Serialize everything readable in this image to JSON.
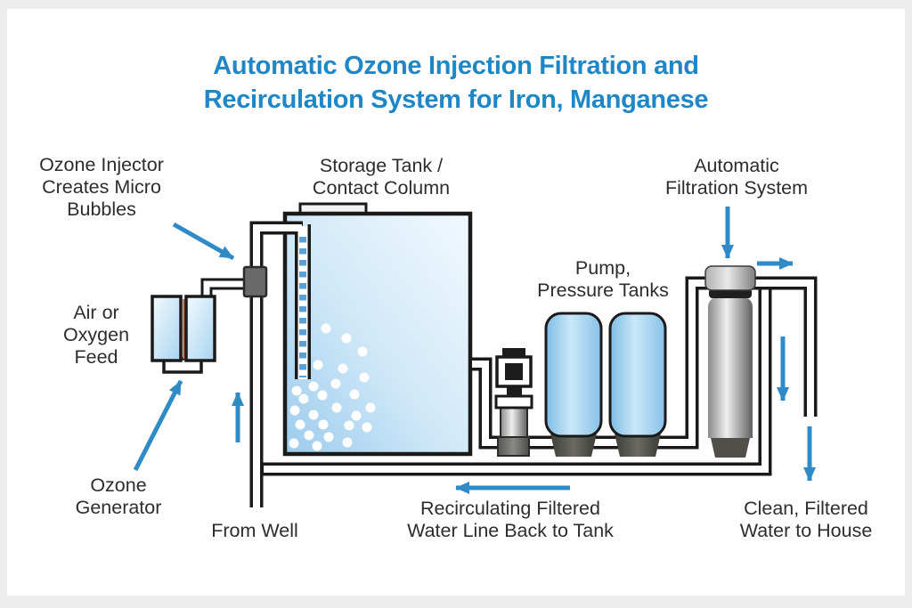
{
  "title": {
    "line1": "Automatic Ozone Injection Filtration and",
    "line2": "Recirculation System for Iron, Manganese"
  },
  "labels": {
    "ozone_injector": {
      "line1": "Ozone Injector",
      "line2": "Creates Micro",
      "line3": "Bubbles"
    },
    "storage_tank": {
      "line1": "Storage Tank /",
      "line2": "Contact Column"
    },
    "automatic_filtration": {
      "line1": "Automatic",
      "line2": "Filtration System"
    },
    "air_oxygen": {
      "line1": "Air or",
      "line2": "Oxygen",
      "line3": "Feed"
    },
    "pump_pressure": {
      "line1": "Pump,",
      "line2": "Pressure Tanks"
    },
    "ozone_generator": {
      "line1": "Ozone",
      "line2": "Generator"
    },
    "from_well": {
      "line1": "From Well"
    },
    "recirculating": {
      "line1": "Recirculating Filtered",
      "line2": "Water Line Back to Tank"
    },
    "clean_water": {
      "line1": "Clean, Filtered",
      "line2": "Water to House"
    }
  },
  "colors": {
    "title": "#1f87c6",
    "arrow": "#2e8bc8",
    "text": "#2d2d2d",
    "pipe": "#1a1a1a",
    "water_light": "#f0f8fd",
    "water_deep": "#a6d2ef",
    "stripe_blue": "#58a0d6",
    "pressure_tank_blue": "#8ec8ec",
    "bubble": "#ffffff"
  }
}
